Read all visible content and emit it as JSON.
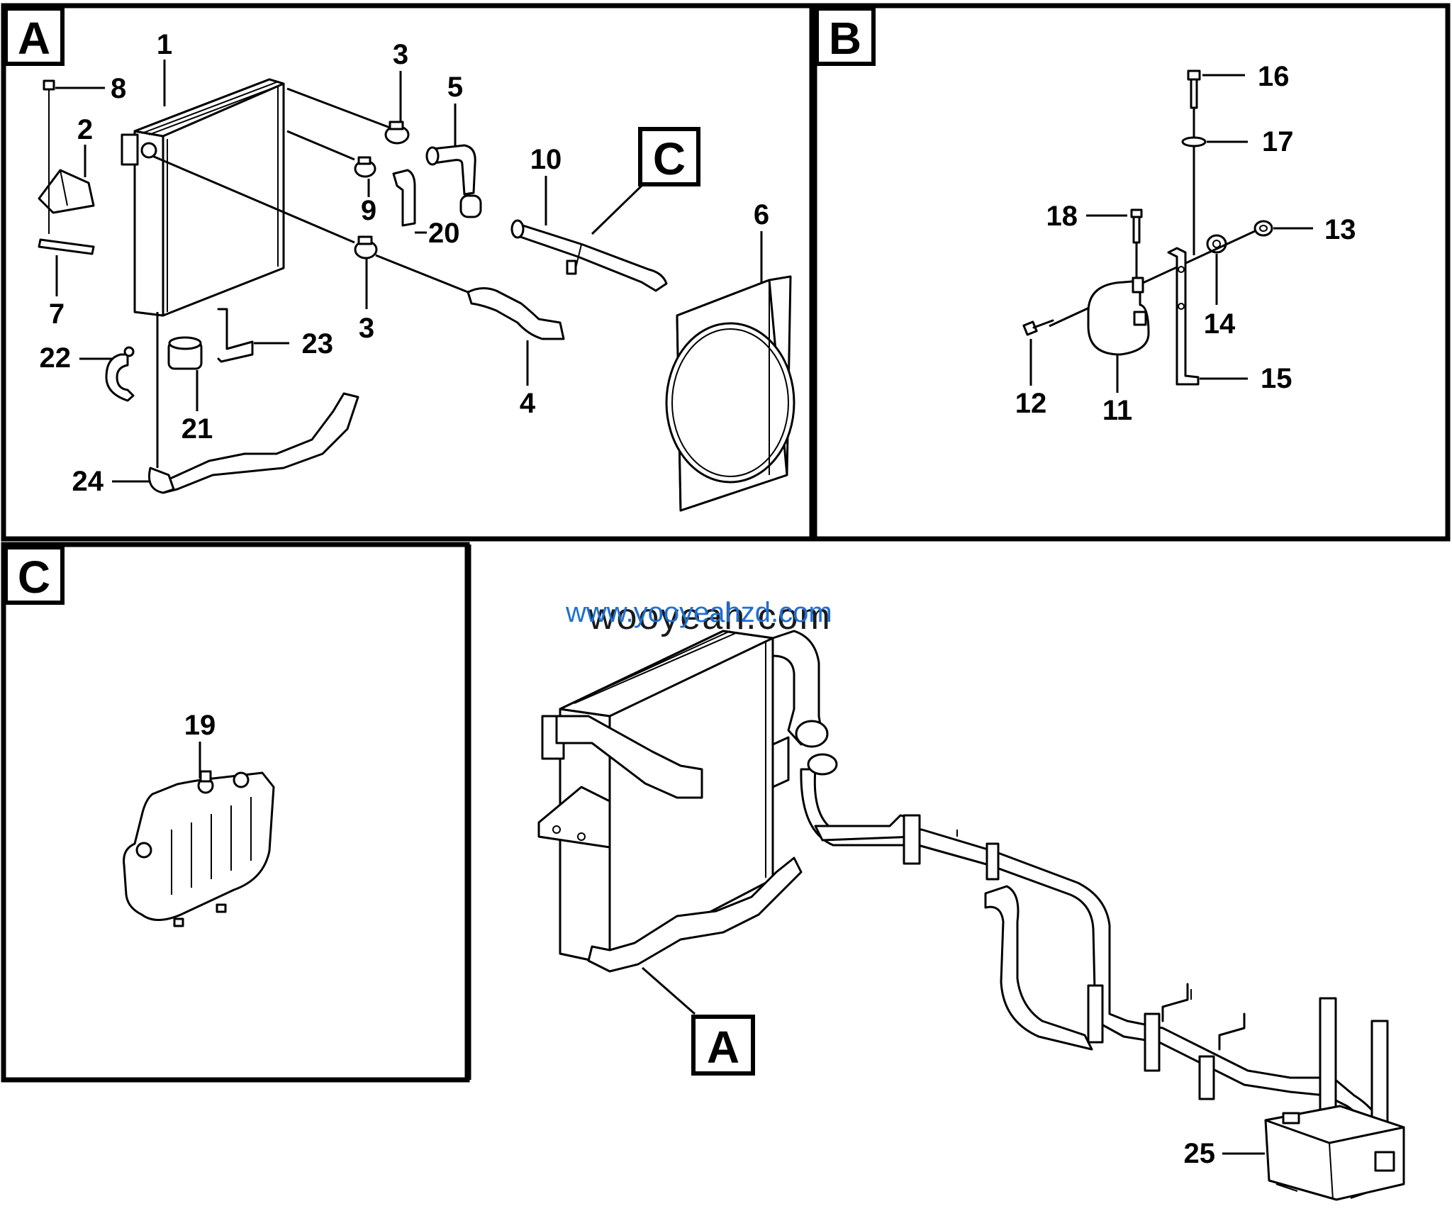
{
  "sections": {
    "A": "A",
    "B": "B",
    "C": "C",
    "C_ref_in_A": "C",
    "A_ref_in_overview": "A"
  },
  "callouts": {
    "n1": "1",
    "n2": "2",
    "n3a": "3",
    "n3b": "3",
    "n4": "4",
    "n5": "5",
    "n6": "6",
    "n7": "7",
    "n8": "8",
    "n9": "9",
    "n10": "10",
    "n11": "11",
    "n12": "12",
    "n13": "13",
    "n14": "14",
    "n15": "15",
    "n16": "16",
    "n17": "17",
    "n18": "18",
    "n19": "19",
    "n20": "20",
    "n21": "21",
    "n22": "22",
    "n23": "23",
    "n24": "24",
    "n25": "25"
  },
  "watermark": {
    "blue": "www.yooyeahzd.com",
    "dark": "wooyeah.com"
  }
}
